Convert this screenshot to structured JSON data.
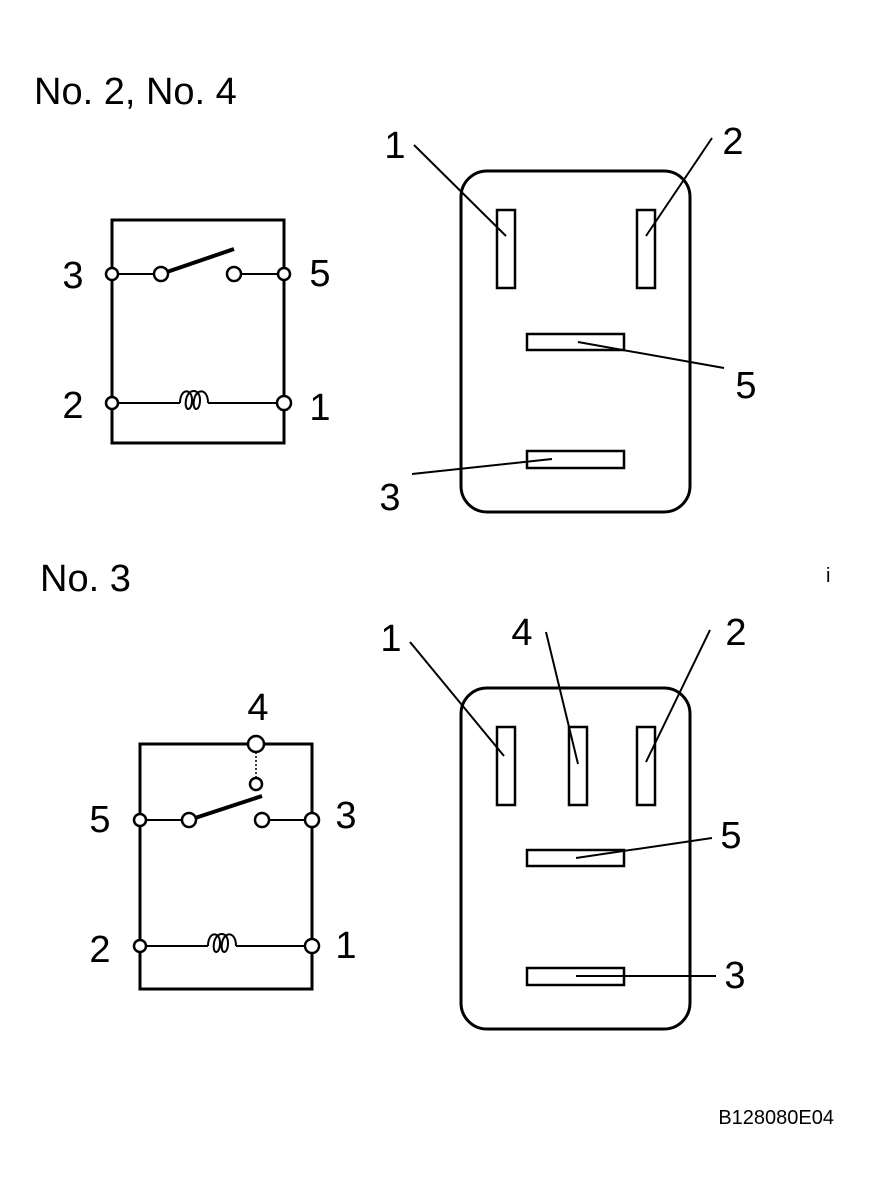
{
  "section_a": {
    "title": "No. 2, No. 4",
    "schematic_pins": {
      "top_left": "3",
      "top_right": "5",
      "bottom_left": "2",
      "bottom_right": "1"
    },
    "connector_pins": {
      "top_left": "1",
      "top_right": "2",
      "middle": "5",
      "bottom": "3"
    }
  },
  "section_b": {
    "title": "No. 3",
    "schematic_pins": {
      "top": "4",
      "middle_left": "5",
      "middle_right": "3",
      "bottom_left": "2",
      "bottom_right": "1"
    },
    "connector_pins": {
      "top_left": "1",
      "top_middle": "4",
      "top_right": "2",
      "middle": "5",
      "bottom": "3"
    }
  },
  "stray_mark": "i",
  "figure_code": "B128080E04"
}
